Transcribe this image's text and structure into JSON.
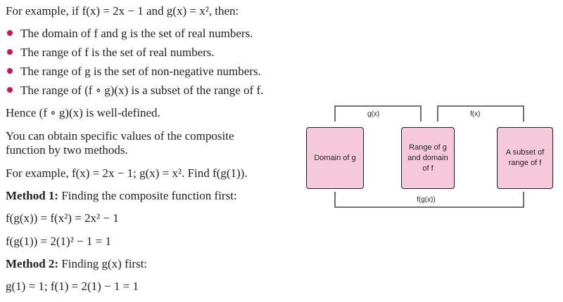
{
  "text": {
    "intro": "For example, if f(x) = 2x − 1 and g(x) = x², then:",
    "bullets": [
      "The domain of f and g is the set of real numbers.",
      "The range of f is the set of real numbers.",
      "The range of g is the set of non-negative numbers.",
      "The range of (f ∘ g)(x) is a subset of the range of f."
    ],
    "hence": "Hence (f ∘ g)(x) is well-defined.",
    "obtain_line1": "You can obtain specific values of the composite",
    "obtain_line2": "function by two methods.",
    "example2": "For example, f(x) = 2x − 1; g(x) = x². Find f(g(1)).",
    "method1_label": "Method 1:",
    "method1_text": " Finding the composite function first:",
    "eq1": "f(g(x)) = f(x²) = 2x² − 1",
    "eq2": "f(g(1)) = 2(1)² − 1 = 1",
    "method2_label": "Method 2:",
    "method2_text": " Finding g(x) first:",
    "eq3": "g(1) = 1; f(1) = 2(1) − 1 = 1"
  },
  "diagram": {
    "box1": "Domain of g",
    "box2": "Range of g and domain of f",
    "box3": "A subset of range of f",
    "label_g": "g(x)",
    "label_f": "f(x)",
    "label_fg": "f(g(x))",
    "box_color": "#f6c8dc"
  }
}
